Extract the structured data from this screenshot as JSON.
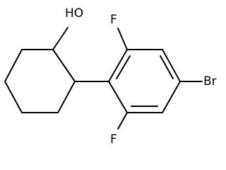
{
  "molecule": {
    "labels": {
      "hydroxyl": "HO",
      "fluorine_top": "F",
      "fluorine_bottom": "F",
      "bromine": "Br"
    }
  }
}
